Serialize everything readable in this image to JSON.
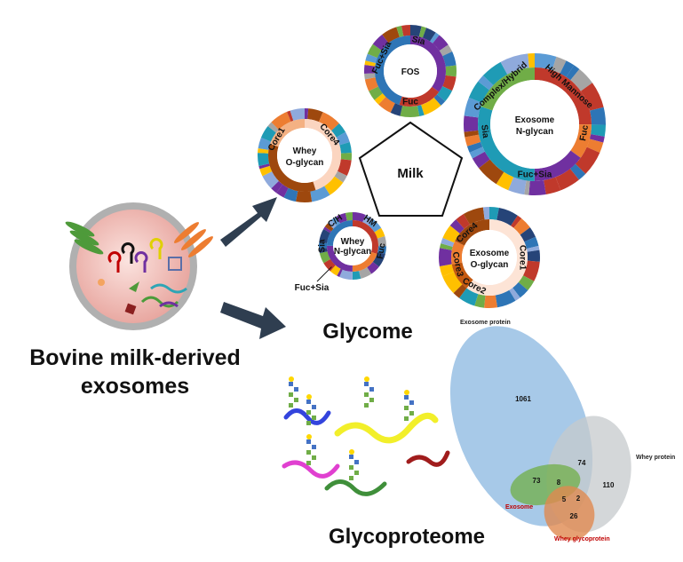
{
  "title": {
    "line1": "Bovine milk-derived",
    "line2": "exosomes"
  },
  "glycome": {
    "label": "Glycome",
    "center": "Milk",
    "rings": [
      {
        "id": "fos",
        "title1": "FOS",
        "title2": "",
        "segments": [
          "Sia",
          "Fuc+Sia",
          "Fuc"
        ]
      },
      {
        "id": "whey-o",
        "title1": "Whey",
        "title2": "O-glycan",
        "segments": [
          "Core4",
          "Core1"
        ]
      },
      {
        "id": "exo-n",
        "title1": "Exosome",
        "title2": "N-glycan",
        "segments": [
          "Complex/Hybrid",
          "High Mannose",
          "Sia",
          "Fuc",
          "Fuc+Sia"
        ]
      },
      {
        "id": "whey-n",
        "title1": "Whey",
        "title2": "N-glycan",
        "segments": [
          "C/H",
          "HM",
          "Sia",
          "Fuc",
          "Fuc+Sia"
        ]
      },
      {
        "id": "exo-o",
        "title1": "Exosome",
        "title2": "O-glycan",
        "segments": [
          "Core4",
          "Core3",
          "Core2",
          "Core1"
        ]
      }
    ]
  },
  "glycoproteome": {
    "label": "Glycoproteome"
  },
  "venn": {
    "sets": [
      {
        "name": "Exosome protein",
        "color": "#9dc3e6"
      },
      {
        "name": "Whey protein",
        "color": "#c5c9cc"
      },
      {
        "name": "Exosome",
        "color": "#70ad47",
        "label_color": "#c00000"
      },
      {
        "name": "Whey glycoprotein",
        "color": "#e08a50",
        "label_color": "#c00000"
      }
    ],
    "counts": {
      "exosome_protein_only": "1061",
      "exo_whey_protein": "74",
      "whey_protein_only": "110",
      "exosome_only": "73",
      "exo_exoprot_wheyprot": "8",
      "center": "5",
      "whey_glyco_wheyprot_exoprot": "2",
      "whey_glycoprotein_only": "26"
    }
  },
  "palette": [
    "#2e75b6",
    "#c0392b",
    "#70ad47",
    "#ed7d31",
    "#7030a0",
    "#1f9bb5",
    "#264478",
    "#9e480e",
    "#8faadc",
    "#a5a5a5",
    "#5b9bd5",
    "#ffc000"
  ]
}
